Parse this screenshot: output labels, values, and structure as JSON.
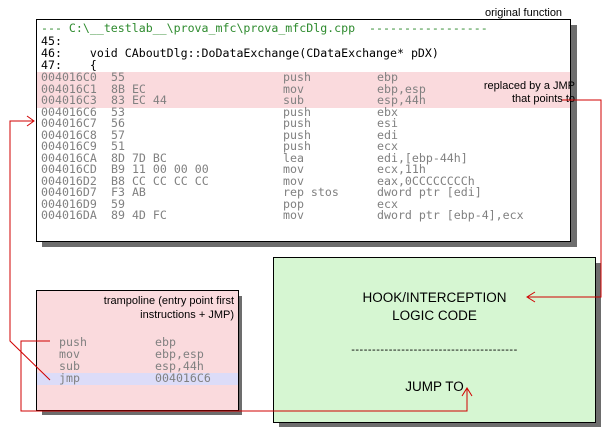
{
  "labels": {
    "original_function": "original function",
    "replaced_by_jmp_line1": "replaced by a JMP",
    "replaced_by_jmp_line2": "that points to",
    "trampoline_line1": "trampoline (entry point first",
    "trampoline_line2": "instructions + JMP)",
    "hook_line1": "HOOK/INTERCEPTION",
    "hook_line2": "LOGIC CODE",
    "hook_separator": "----------------------------------------",
    "jump_to": "JUMP TO"
  },
  "original_listing": {
    "header": "--- C:\\__testlab__\\prova_mfc\\prova_mfcDlg.cpp  -----------------",
    "source_lines": [
      "45:",
      "46:    void CAboutDlg::DoDataExchange(CDataExchange* pDX)",
      "47:    {"
    ],
    "asm_rows": [
      {
        "addr": "004016C0",
        "bytes": "55",
        "mnemonic": "push",
        "operands": "ebp",
        "highlight": true
      },
      {
        "addr": "004016C1",
        "bytes": "8B EC",
        "mnemonic": "mov",
        "operands": "ebp,esp",
        "highlight": true
      },
      {
        "addr": "004016C3",
        "bytes": "83 EC 44",
        "mnemonic": "sub",
        "operands": "esp,44h",
        "highlight": true
      },
      {
        "addr": "004016C6",
        "bytes": "53",
        "mnemonic": "push",
        "operands": "ebx",
        "highlight": false
      },
      {
        "addr": "004016C7",
        "bytes": "56",
        "mnemonic": "push",
        "operands": "esi",
        "highlight": false
      },
      {
        "addr": "004016C8",
        "bytes": "57",
        "mnemonic": "push",
        "operands": "edi",
        "highlight": false
      },
      {
        "addr": "004016C9",
        "bytes": "51",
        "mnemonic": "push",
        "operands": "ecx",
        "highlight": false
      },
      {
        "addr": "004016CA",
        "bytes": "8D 7D BC",
        "mnemonic": "lea",
        "operands": "edi,[ebp-44h]",
        "highlight": false
      },
      {
        "addr": "004016CD",
        "bytes": "B9 11 00 00 00",
        "mnemonic": "mov",
        "operands": "ecx,11h",
        "highlight": false
      },
      {
        "addr": "004016D2",
        "bytes": "B8 CC CC CC CC",
        "mnemonic": "mov",
        "operands": "eax,0CCCCCCCCh",
        "highlight": false
      },
      {
        "addr": "004016D7",
        "bytes": "F3 AB",
        "mnemonic": "rep stos",
        "operands": "dword ptr [edi]",
        "highlight": false
      },
      {
        "addr": "004016D9",
        "bytes": "59",
        "mnemonic": "pop",
        "operands": "ecx",
        "highlight": false
      },
      {
        "addr": "004016DA",
        "bytes": "89 4D FC",
        "mnemonic": "mov",
        "operands": "dword ptr [ebp-4],ecx",
        "highlight": false
      }
    ]
  },
  "trampoline_listing": [
    {
      "mnemonic": "push",
      "operands": "ebp",
      "highlight": false
    },
    {
      "mnemonic": "mov",
      "operands": "ebp,esp",
      "highlight": false
    },
    {
      "mnemonic": "sub",
      "operands": "esp,44h",
      "highlight": false
    },
    {
      "mnemonic": "jmp",
      "operands": "004016C6",
      "highlight": true
    }
  ],
  "colors": {
    "header_green": "#2e8b2e",
    "highlight_pink": "#fadadd",
    "trampoline_fill": "#fadadd",
    "jmp_row_fill": "#dcdcf8",
    "hook_fill": "#d6f6d2",
    "arrow_red": "#d00000",
    "grey_text": "#808080"
  }
}
